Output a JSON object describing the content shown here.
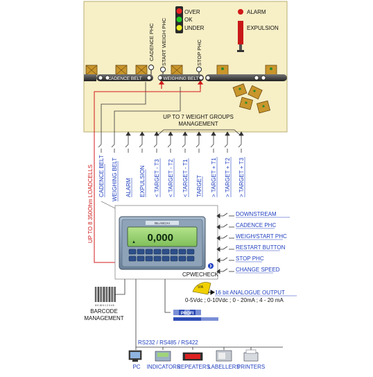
{
  "plant": {
    "lights": [
      "OVER",
      "OK",
      "UNDER"
    ],
    "alarm": "ALARM",
    "expulsion": "EXPULSION",
    "sensors": {
      "cadence": "CADENCE PHC",
      "start_weigh": "START WEIGH PHC",
      "stop": "STOP PHC"
    },
    "belts": {
      "cadence": "CADENCE BELT",
      "weighing": "WEIGHING BELT"
    },
    "groups_line1": "UP TO 7 WEIGHT GROUPS",
    "groups_line2": "MANAGEMENT"
  },
  "loadcells": "UP TO 8  350Ohm  LOADCELLS",
  "outputs": [
    "CADENCE BELT",
    "WEIGHING BELT",
    "ALARM",
    "EXPULSION",
    "< TARGET - T3",
    "< TARGET - T2",
    "< TARGET - T1",
    "TARGET",
    "> TARGET + T1",
    "> TARGET + T2",
    "> TARGET + T3"
  ],
  "inputs": [
    "DOWNSTREAM",
    "CADENCE PHC",
    "WEIGH/START PHC",
    "RESTART BUTTON",
    "STOP PHC",
    "CHANGE SPEED"
  ],
  "device": {
    "brand": "BILANCIAI",
    "display_value": "0,000",
    "name": "CPWECHECK"
  },
  "analog": {
    "meter": "V/A",
    "title": "16 bit ANALOGUE OUTPUT",
    "ranges": "0-5Vdc ; 0-10Vdc ; 0 - 20mA ; 4 - 20 mA"
  },
  "barcode": {
    "digits": "8 0 15 0 1 2 3 4 5",
    "label1": "BARCODE",
    "label2": "MANAGEMENT"
  },
  "profibus": "PROFI",
  "serial": {
    "label": "RS232 / RS485 / RS422",
    "devices": [
      "PC",
      "INDICATORS",
      "REPEATERS",
      "LABELLERS",
      "PRINTERS"
    ]
  }
}
